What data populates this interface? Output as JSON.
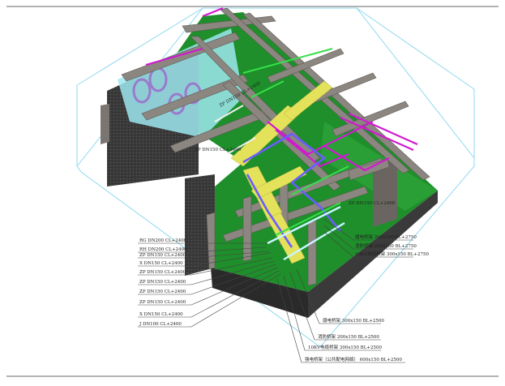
{
  "colors": {
    "floor": "#1e8f2a",
    "concrete": "#8c8680",
    "concrete_dark": "#5e5955",
    "wall_texture": "#3c3c3c",
    "tray_yellow": "#e4e25a",
    "duct_cyan": "#9ee8f0",
    "pipe_magenta": "#d01ad0",
    "pipe_purple": "#6b5cff",
    "pipe_green": "#36e04a",
    "bbox_line": "#8ed8ee",
    "leader": "#444444"
  },
  "diagram": {
    "in_labels": [
      {
        "id": "in-label-1",
        "text": "ZP DN150 CL+2400"
      },
      {
        "id": "in-label-2",
        "text": "ZP DN150 CL+2400"
      },
      {
        "id": "in-label-3",
        "text": "ZP DN150 CL+2400"
      }
    ],
    "left_labels": [
      {
        "id": "left-label-1",
        "text": "RG DN200 CL+2400"
      },
      {
        "id": "left-label-2",
        "text": "RH DN200 CL+2400"
      },
      {
        "id": "left-label-3",
        "text": "ZP DN150 CL+2400"
      },
      {
        "id": "left-label-4",
        "text": "X DN150 CL+2400"
      },
      {
        "id": "left-label-5",
        "text": "ZP DN150 CL+2400"
      },
      {
        "id": "left-label-6",
        "text": "ZP DN150 CL+2400"
      },
      {
        "id": "left-label-7",
        "text": "ZP DN150 CL+2400"
      },
      {
        "id": "left-label-8",
        "text": "ZP DN150 CL+2400"
      },
      {
        "id": "left-label-9",
        "text": "X DN150 CL+2400"
      },
      {
        "id": "left-label-10",
        "text": "J DN100 CL+2400"
      }
    ],
    "right_labels": [
      {
        "id": "right-label-1",
        "text": "弱电桥架 200x150 BL+2750"
      },
      {
        "id": "right-label-2",
        "text": "消防桥架 200x150 BL+2750"
      },
      {
        "id": "right-label-3",
        "text": "10KV电缆桥架 300x150 BL+2750"
      }
    ],
    "bottom_labels": [
      {
        "id": "bottom-label-1",
        "text": "弱电桥架 300x150 BL+2500"
      },
      {
        "id": "bottom-label-2",
        "text": "消防桥架 200x150 BL+2500"
      },
      {
        "id": "bottom-label-3",
        "text": "10KV电缆桥架 300x150 BL+2500"
      },
      {
        "id": "bottom-label-4",
        "text": "强电桥架（公共配电网络） 600x150 BL+2500"
      }
    ]
  }
}
